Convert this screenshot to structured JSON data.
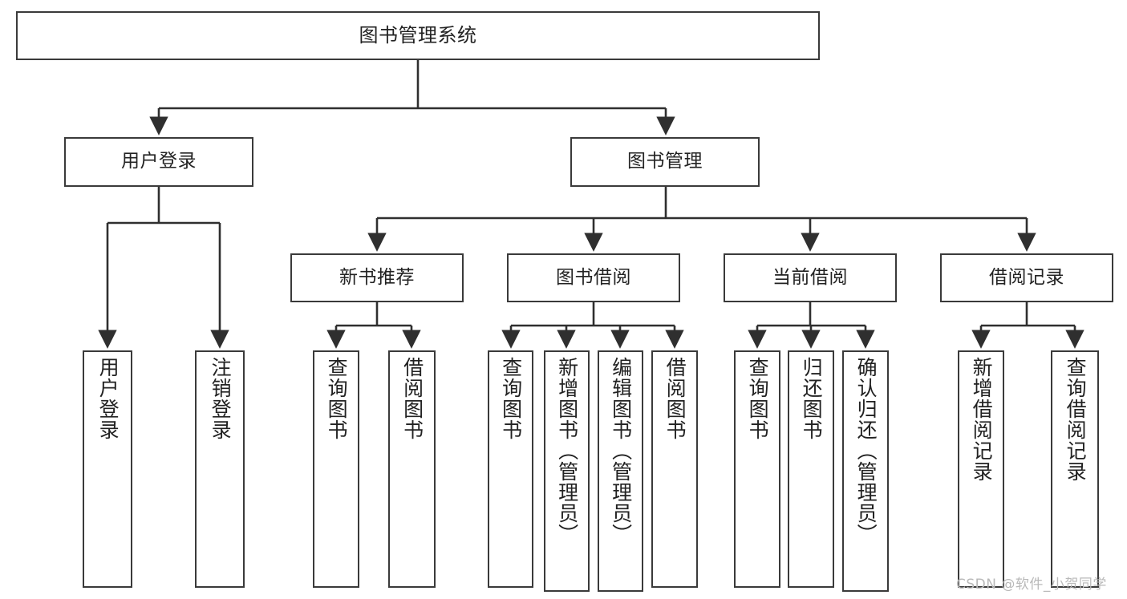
{
  "diagram": {
    "type": "tree",
    "title": "图书管理系统",
    "root": {
      "id": "root",
      "label": "图书管理系统"
    },
    "level1": [
      {
        "id": "user-login",
        "label": "用户登录"
      },
      {
        "id": "book-management",
        "label": "图书管理"
      }
    ],
    "level2": [
      {
        "id": "new-book-recommend",
        "label": "新书推荐",
        "parent": "book-management"
      },
      {
        "id": "book-borrow",
        "label": "图书借阅",
        "parent": "book-management"
      },
      {
        "id": "current-borrow",
        "label": "当前借阅",
        "parent": "book-management"
      },
      {
        "id": "borrow-record",
        "label": "借阅记录",
        "parent": "book-management"
      }
    ],
    "leaves": [
      {
        "id": "leaf-user-login",
        "label": "用户登录",
        "parent": "user-login"
      },
      {
        "id": "leaf-logout-login",
        "label": "注销登录",
        "parent": "user-login"
      },
      {
        "id": "leaf-query-book-1",
        "label": "查询图书",
        "parent": "new-book-recommend"
      },
      {
        "id": "leaf-borrow-book-1",
        "label": "借阅图书",
        "parent": "new-book-recommend"
      },
      {
        "id": "leaf-query-book-2",
        "label": "查询图书",
        "parent": "book-borrow"
      },
      {
        "id": "leaf-add-book",
        "label": "新增图书（管理员）",
        "parent": "book-borrow"
      },
      {
        "id": "leaf-edit-book",
        "label": "编辑图书（管理员）",
        "parent": "book-borrow"
      },
      {
        "id": "leaf-borrow-book-2",
        "label": "借阅图书",
        "parent": "book-borrow"
      },
      {
        "id": "leaf-query-book-3",
        "label": "查询图书",
        "parent": "current-borrow"
      },
      {
        "id": "leaf-return-book",
        "label": "归还图书",
        "parent": "current-borrow"
      },
      {
        "id": "leaf-confirm-return",
        "label": "确认归还（管理员）",
        "parent": "current-borrow"
      },
      {
        "id": "leaf-add-record",
        "label": "新增借阅记录",
        "parent": "borrow-record"
      },
      {
        "id": "leaf-query-record",
        "label": "查询借阅记录",
        "parent": "borrow-record"
      }
    ]
  },
  "watermark": {
    "text": "CSDN @软件_小贺同学"
  },
  "colors": {
    "border": "#3a3a3a",
    "text": "#222222",
    "background": "#ffffff",
    "watermark": "#b9b9b9"
  }
}
